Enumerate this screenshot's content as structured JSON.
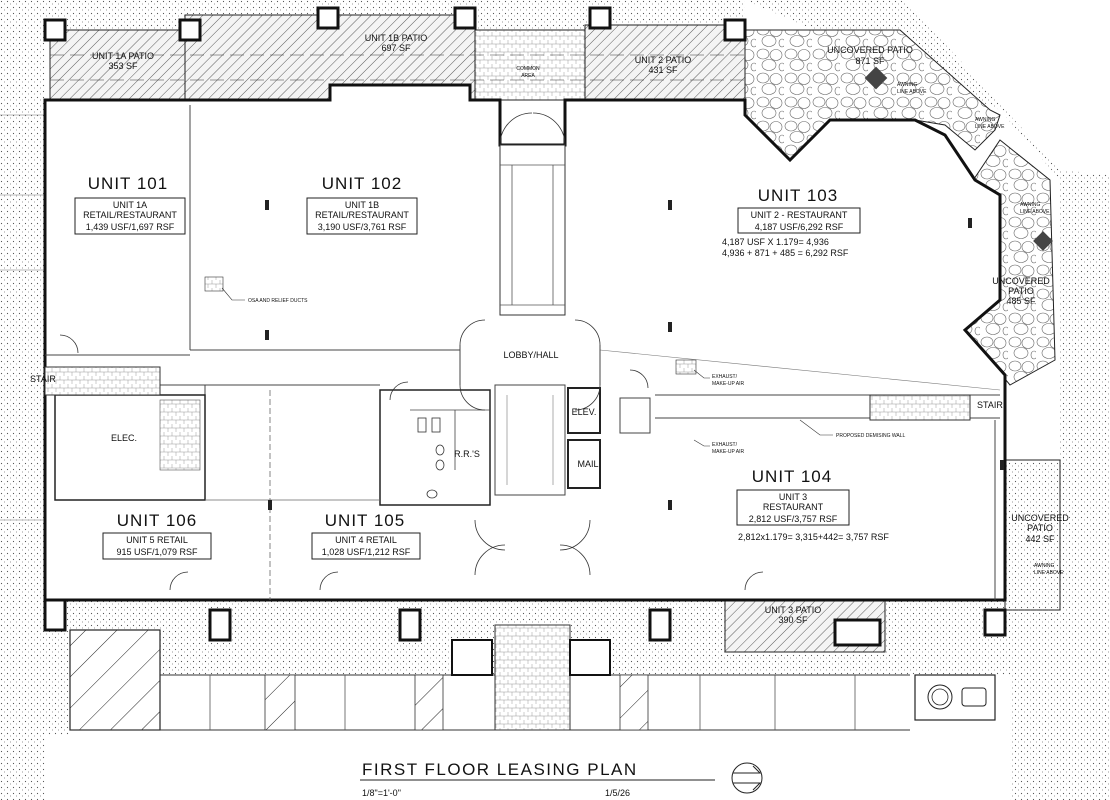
{
  "plan": {
    "title": "FIRST FLOOR LEASING PLAN",
    "scale": "1/8\"=1'-0\"",
    "date": "1/5/26"
  },
  "units": [
    {
      "id": "unit101",
      "name": "UNIT 101",
      "label": "UNIT 1A",
      "use": "RETAIL/RESTAURANT",
      "area": "1,439 USF/1,697 RSF"
    },
    {
      "id": "unit102",
      "name": "UNIT 102",
      "label": "UNIT 1B",
      "use": "RETAIL/RESTAURANT",
      "area": "3,190 USF/3,761 RSF"
    },
    {
      "id": "unit103",
      "name": "UNIT 103",
      "label": "UNIT 2 - RESTAURANT",
      "area": "4,187 USF/6,292 RSF",
      "calc1": "4,187 USF X 1.179= 4,936",
      "calc2": "4,936 + 871 + 485 = 6,292 RSF"
    },
    {
      "id": "unit104",
      "name": "UNIT 104",
      "label": "UNIT 3",
      "use": "RESTAURANT",
      "area": "2,812 USF/3,757 RSF",
      "calc1": "2,812x1.179= 3,315+442= 3,757 RSF"
    },
    {
      "id": "unit105",
      "name": "UNIT 105",
      "label": "UNIT 4  RETAIL",
      "area": "1,028 USF/1,212 RSF"
    },
    {
      "id": "unit106",
      "name": "UNIT 106",
      "label": "UNIT 5  RETAIL",
      "area": "915 USF/1,079 RSF"
    }
  ],
  "patios": {
    "p1a": {
      "name": "UNIT 1A PATIO",
      "area": "353 SF"
    },
    "p1b": {
      "name": "UNIT 1B PATIO",
      "area": "697 SF"
    },
    "p2": {
      "name": "UNIT 2 PATIO",
      "area": "431 SF"
    },
    "p3": {
      "name": "UNIT 3 PATIO",
      "area": "390 SF"
    },
    "uncovered1": {
      "name": "UNCOVERED PATIO",
      "area": "871 SF"
    },
    "uncovered2_l1": "UNCOVERED",
    "uncovered2_l2": "PATIO",
    "uncovered2_area": "485 SF",
    "uncovered3_l1": "UNCOVERED",
    "uncovered3_l2": "PATIO",
    "uncovered3_area": "442 SF"
  },
  "rooms": {
    "lobby": "LOBBY/HALL",
    "elev": "ELEV.",
    "mail": "MAIL",
    "rrs": "R.R.'S",
    "elec": "ELEC.",
    "stair_left": "STAIR",
    "stair_right": "STAIR",
    "common": "COMMON",
    "area": "AREA"
  },
  "notes": {
    "osa": "OSA AND RELIEF DUCTS",
    "exhaust1a": "EXHAUST/",
    "exhaust1b": "MAKE-UP AIR",
    "exhaust2a": "EXHAUST/",
    "exhaust2b": "MAKE-UP AIR",
    "demising": "PROPOSED DEMISING WALL",
    "awning1a": "AWNING",
    "awning1b": "LINE ABOVE",
    "awning2a": "AWNING",
    "awning2b": "LINE ABOVE",
    "awning3a": "AWNING",
    "awning3b": "LINE ABOVE",
    "awning4a": "AWNING",
    "awning4b": "LINE ABOVE"
  }
}
